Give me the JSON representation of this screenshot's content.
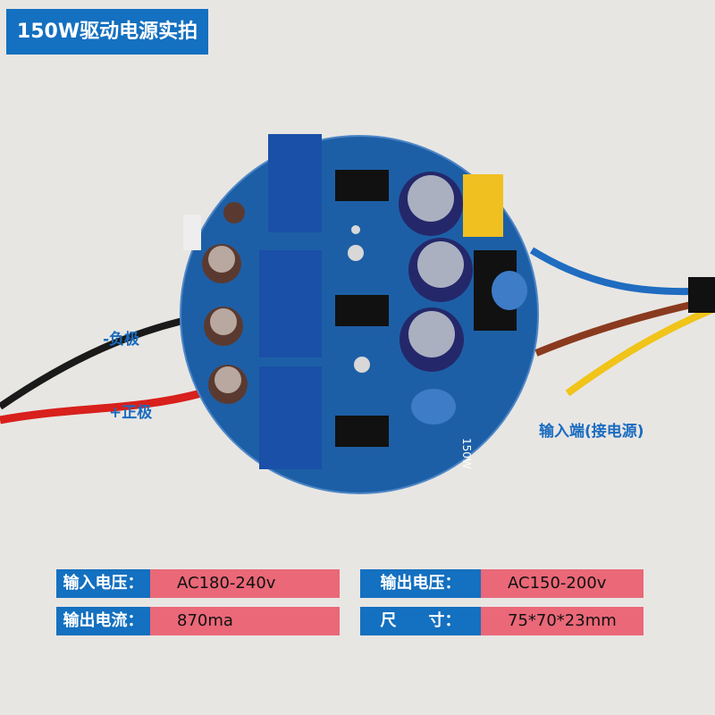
{
  "title": "150W驱动电源实拍",
  "annotations": {
    "negative": "-负极",
    "positive": "+正极",
    "input": "输入端(接电源)"
  },
  "board_marking": "150W",
  "colors": {
    "label_bg": "#1470c0",
    "value_bg": "#ea6878",
    "board": "#1d5fa6"
  },
  "specs": [
    {
      "label": "输入电压：",
      "value": "AC180-240v"
    },
    {
      "label": "输出电压：",
      "value": "AC150-200v"
    },
    {
      "label": "输出电流：",
      "value": "870ma"
    },
    {
      "label": "尺　　寸：",
      "value": "75*70*23mm"
    }
  ]
}
